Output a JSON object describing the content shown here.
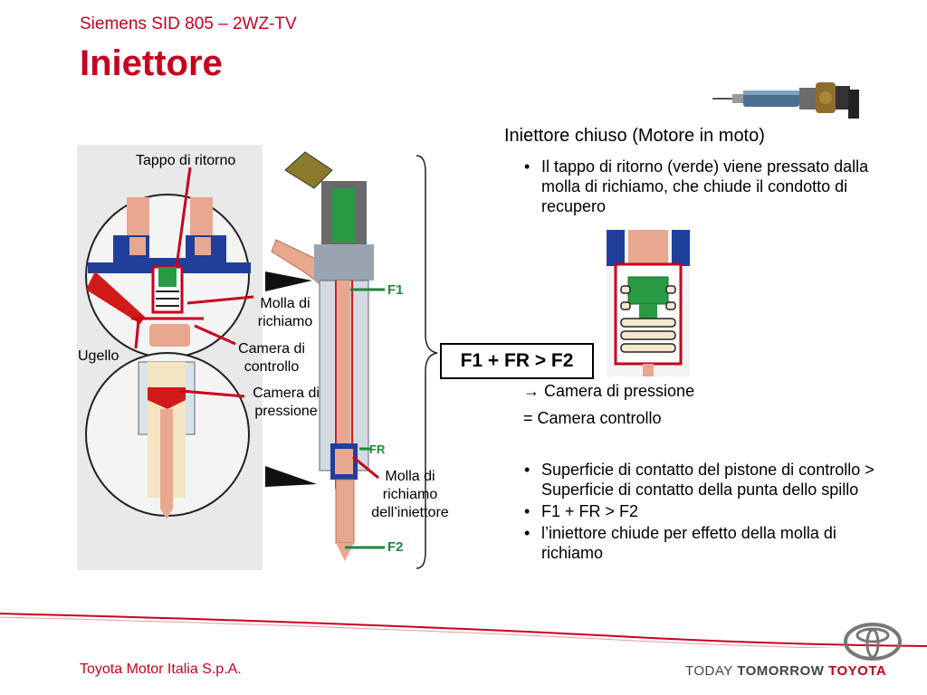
{
  "header": {
    "subtitle": "Siemens SID 805 – 2WZ-TV",
    "title": "Iniettore"
  },
  "diagram": {
    "labels": {
      "tappo": "Tappo di ritorno",
      "molla_richiamo_1": "Molla di",
      "molla_richiamo_2": "richiamo",
      "camera_controllo_1": "Camera di",
      "camera_controllo_2": "controllo",
      "camera_pressione_1": "Camera di",
      "camera_pressione_2": "pressione",
      "ugello": "Ugello",
      "molla_iniettore_1": "Molla di",
      "molla_iniettore_2": "richiamo",
      "molla_iniettore_3": "dell’iniettore",
      "f1": "F1",
      "fr": "FR",
      "f2": "F2"
    }
  },
  "content": {
    "section_title": "Iniettore chiuso (Motore in moto)",
    "bullet1": "Il tappo di ritorno (verde) viene pressato dalla molla di richiamo, che chiude il condotto di recupero",
    "equation": "F1 + FR > F2",
    "eq_line1": "→ Camera di pressione",
    "eq_line2": "=   Camera controllo",
    "bullets2": [
      "Superficie di contatto del pistone di controllo > Superficie di contatto della punta dello spillo",
      "F1 + FR > F2",
      "l’iniettore chiude per effetto della molla di richiamo"
    ],
    "bullet_char": "•"
  },
  "footer": {
    "company": "Toyota Motor Italia S.p.A.",
    "slogan_today": "TODAY",
    "slogan_tomorrow": "TOMORROW",
    "slogan_brand": "TOYOTA"
  },
  "colors": {
    "brand_red": "#c8001e",
    "force_green": "#1a8a3a"
  }
}
